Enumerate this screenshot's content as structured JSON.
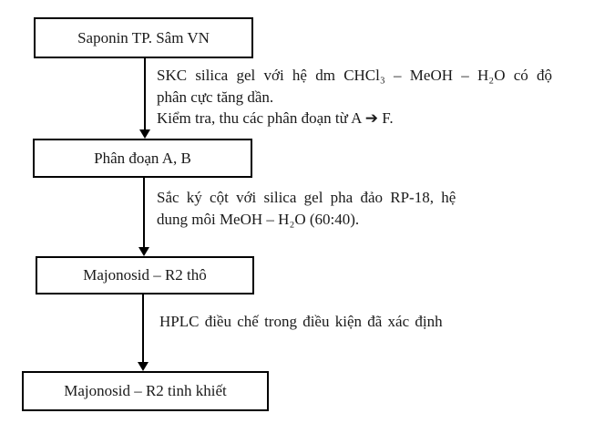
{
  "page": {
    "background": "#ffffff",
    "ink": "#1a1a1a",
    "border": "#000000"
  },
  "flowchart": {
    "boxes": [
      {
        "label": "Saponin TP. Sâm VN"
      },
      {
        "label": "Phân đoạn A, B"
      },
      {
        "label": "Majonosid – R2 thô"
      },
      {
        "label": "Majonosid – R2 tinh khiết"
      }
    ],
    "steps": [
      {
        "lines": [
          "SKC silica gel với hệ dm CHCl₃ – MeOH – H₂O có độ",
          "phân cực tăng dần.",
          "Kiểm tra, thu các phân đoạn từ A ➔ F."
        ]
      },
      {
        "lines": [
          "Sắc ký cột với silica gel pha đảo RP-18, hệ",
          "dung môi MeOH – H₂O (60:40)."
        ]
      },
      {
        "lines": [
          "HPLC điều chế trong điều kiện đã xác định"
        ]
      }
    ]
  }
}
